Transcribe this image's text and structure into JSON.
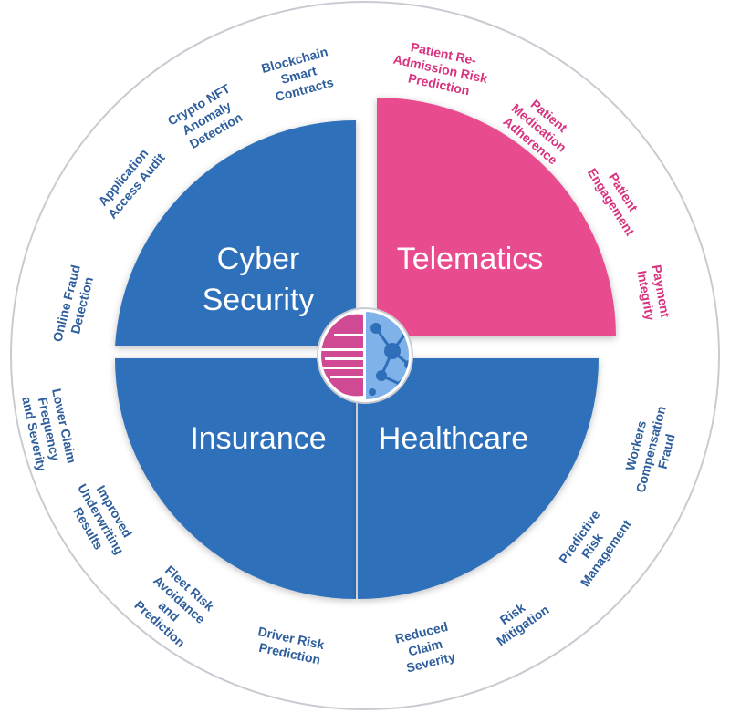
{
  "quadrants": {
    "top_left": {
      "line1": "Cyber",
      "line2": "Security"
    },
    "top_right": {
      "line1": "Telematics"
    },
    "bottom_left": {
      "line1": "Insurance"
    },
    "bottom_right": {
      "line1": "Healthcare"
    }
  },
  "colors": {
    "quadrant_blue": "#2f6fba",
    "quadrant_pink": "#e94b8f",
    "label_blue": "#2e5e9c",
    "label_pink": "#d8337f",
    "ring_stroke": "#c8ccd2"
  },
  "outer_labels": {
    "cyber_security": [
      {
        "lines": [
          "Blockchain",
          "Smart",
          "Contracts"
        ]
      },
      {
        "lines": [
          "Crypto NFT",
          "Anomaly",
          "Detection"
        ]
      },
      {
        "lines": [
          "Application",
          "Access Audit"
        ]
      },
      {
        "lines": [
          "Online Fraud",
          "Detection"
        ]
      }
    ],
    "telematics": [
      {
        "lines": [
          "Patient Re-",
          "Admission Risk",
          "Prediction"
        ]
      },
      {
        "lines": [
          "Patient",
          "Medication",
          "Adherence"
        ]
      },
      {
        "lines": [
          "Patient",
          "Engagement"
        ]
      },
      {
        "lines": [
          "Payment",
          "Integrity"
        ]
      }
    ],
    "insurance": [
      {
        "lines": [
          "Lower Claim",
          "Frequency",
          "and Severity"
        ]
      },
      {
        "lines": [
          "Improved",
          "Underwriting",
          "Results"
        ]
      },
      {
        "lines": [
          "Fleet Risk",
          "Avoidance",
          "and",
          "Prediction"
        ]
      },
      {
        "lines": [
          "Driver Risk",
          "Prediction"
        ]
      }
    ],
    "healthcare": [
      {
        "lines": [
          "Workers",
          "Compensation",
          "Fraud"
        ]
      },
      {
        "lines": [
          "Predictive",
          "Risk",
          "Management"
        ]
      },
      {
        "lines": [
          "Risk",
          "Mitigation"
        ]
      },
      {
        "lines": [
          "Reduced",
          "Claim",
          "Severity"
        ]
      }
    ]
  },
  "center_logo": {
    "icon": "brain-network-icon"
  }
}
